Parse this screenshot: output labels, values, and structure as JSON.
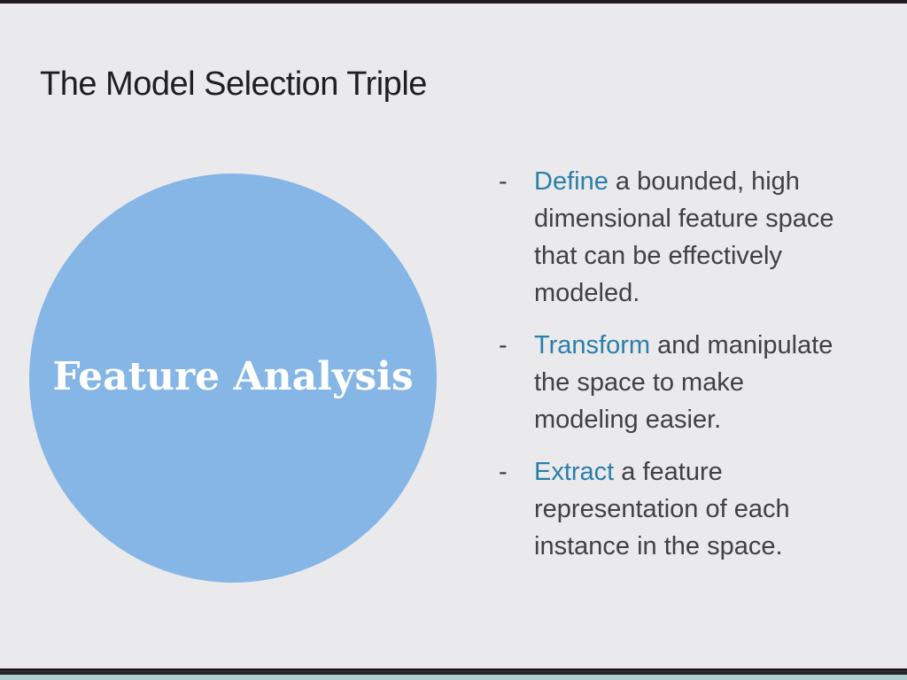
{
  "slide": {
    "title": "The Model Selection Triple",
    "circle": {
      "label": "Feature Analysis"
    },
    "bullets": {
      "marker": "-",
      "items": [
        {
          "keyword": "Define",
          "rest": " a bounded, high",
          "lines": [
            "dimensional feature space",
            "that can be effectively",
            "modeled."
          ]
        },
        {
          "keyword": "Transform",
          "rest": " and manipulate",
          "lines": [
            "the space to make",
            "modeling easier."
          ]
        },
        {
          "keyword": "Extract",
          "rest": " a feature",
          "lines": [
            "representation of each",
            "instance in the space."
          ]
        }
      ]
    },
    "colors": {
      "background": "#eae9ec",
      "top_bar": "#201c1e",
      "bottom_bar": "#262223",
      "bottom_strip": "#b0ced1",
      "circle_fill": "#85b6e6",
      "circle_text": "#ffffff",
      "title_text": "#1f1f1f",
      "body_text": "#414141",
      "keyword_accent": "#2a7fa9"
    }
  }
}
